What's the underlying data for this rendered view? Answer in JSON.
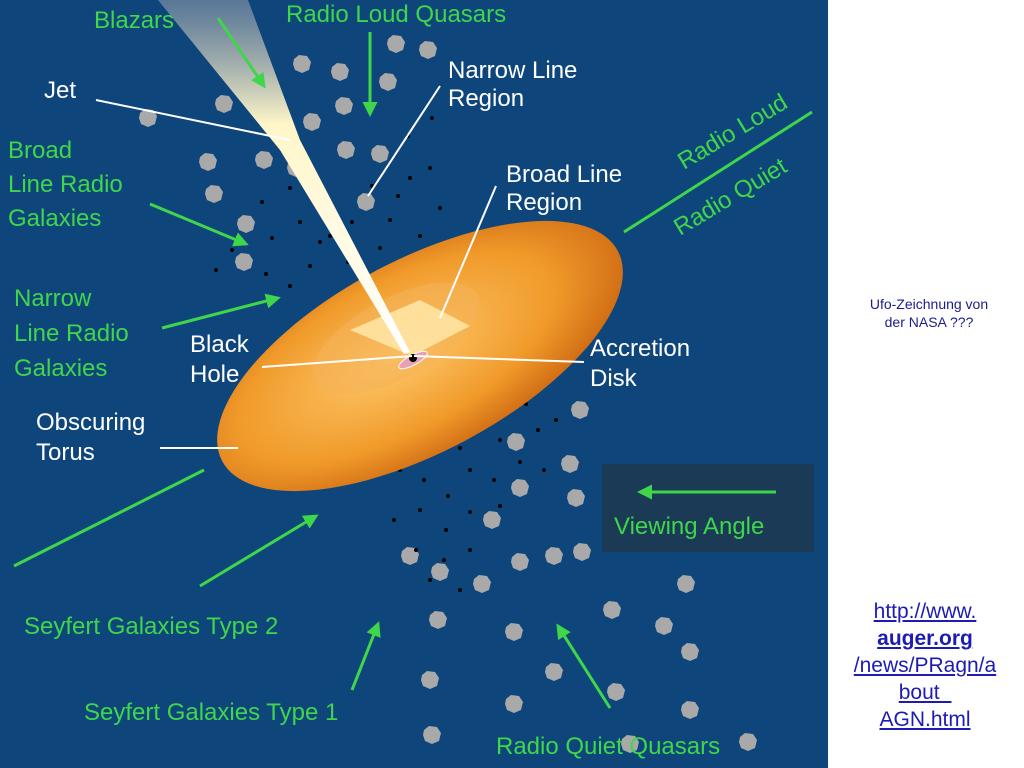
{
  "diagram": {
    "labels": {
      "blazars": "Blazars",
      "radio_loud_quasars": "Radio Loud Quasars",
      "jet": "Jet",
      "narrow_line_region": [
        "Narrow Line",
        "Region"
      ],
      "broad_line_region": [
        "Broad Line",
        "Region"
      ],
      "broad_line_radio_galaxies": [
        "Broad",
        "Line Radio",
        "Galaxies"
      ],
      "narrow_line_radio_galaxies": [
        "Narrow",
        "Line Radio",
        "Galaxies"
      ],
      "black_hole": [
        "Black",
        "Hole"
      ],
      "accretion_disk": [
        "Accretion",
        "Disk"
      ],
      "obscuring_torus": [
        "Obscuring",
        "Torus"
      ],
      "radio_loud": "Radio Loud",
      "radio_quiet": "Radio Quiet",
      "viewing_angle": "Viewing Angle",
      "seyfert_type_2": "Seyfert Galaxies Type 2",
      "seyfert_type_1": "Seyfert Galaxies Type 1",
      "radio_quiet_quasars": "Radio Quiet Quasars"
    },
    "colors": {
      "background": "#0e467c",
      "green_label": "#3fd64a",
      "white_label": "#ffffff",
      "cloud_gray": "#a9a9a9",
      "torus_orange": "#e88a1e",
      "jet_yellow": "#fff3b0"
    }
  },
  "side_caption": [
    "Ufo-Zeichnung von",
    "der NASA ???"
  ],
  "source_link": {
    "line1": "http://www.",
    "line2": "auger.org",
    "line3": "/news/PRagn/a",
    "line4": "bout_",
    "line5": "AGN.html"
  }
}
